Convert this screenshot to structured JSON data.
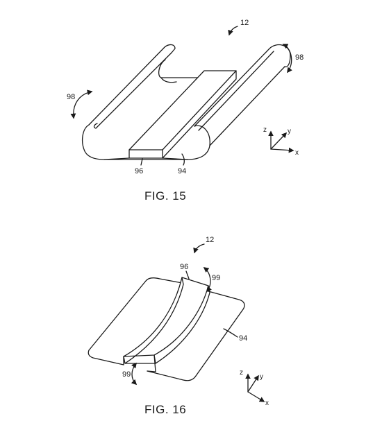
{
  "fig15": {
    "caption": "FIG. 15",
    "device_ref": "12",
    "flex_ref": "96",
    "substrate_ref": "94",
    "curl_left_ref": "98",
    "curl_right_ref": "98",
    "axes": {
      "x": "x",
      "y": "y",
      "z": "z"
    }
  },
  "fig16": {
    "caption": "FIG. 16",
    "device_ref": "12",
    "flex_ref": "96",
    "substrate_ref": "94",
    "bend_top_ref": "99",
    "bend_bottom_ref": "99",
    "axes": {
      "x": "x",
      "y": "y",
      "z": "z"
    }
  }
}
